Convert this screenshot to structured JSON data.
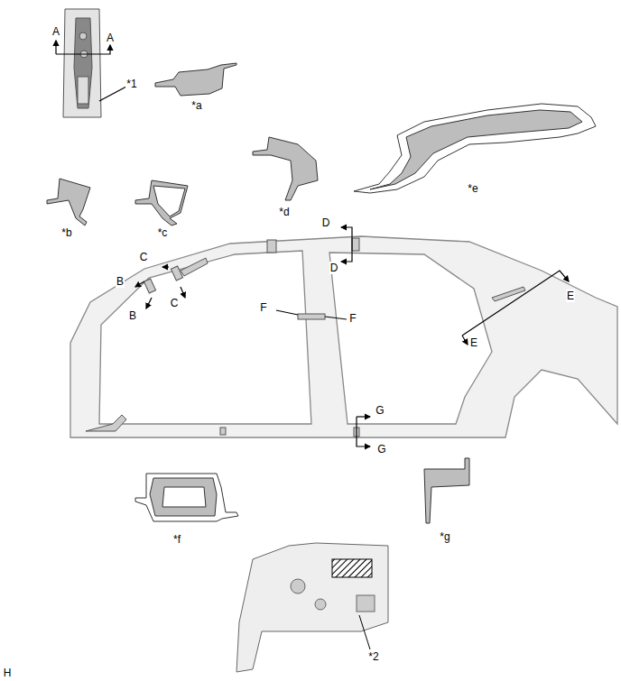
{
  "diagram": {
    "labels": [
      "A",
      "A",
      "*1",
      "*a",
      "*b",
      "*c",
      "*d",
      "*e",
      "D",
      "C",
      "B",
      "C",
      "D",
      "F",
      "F",
      "B",
      "E",
      "E",
      "G",
      "G",
      "*f",
      "*g",
      "*2",
      "H"
    ]
  }
}
